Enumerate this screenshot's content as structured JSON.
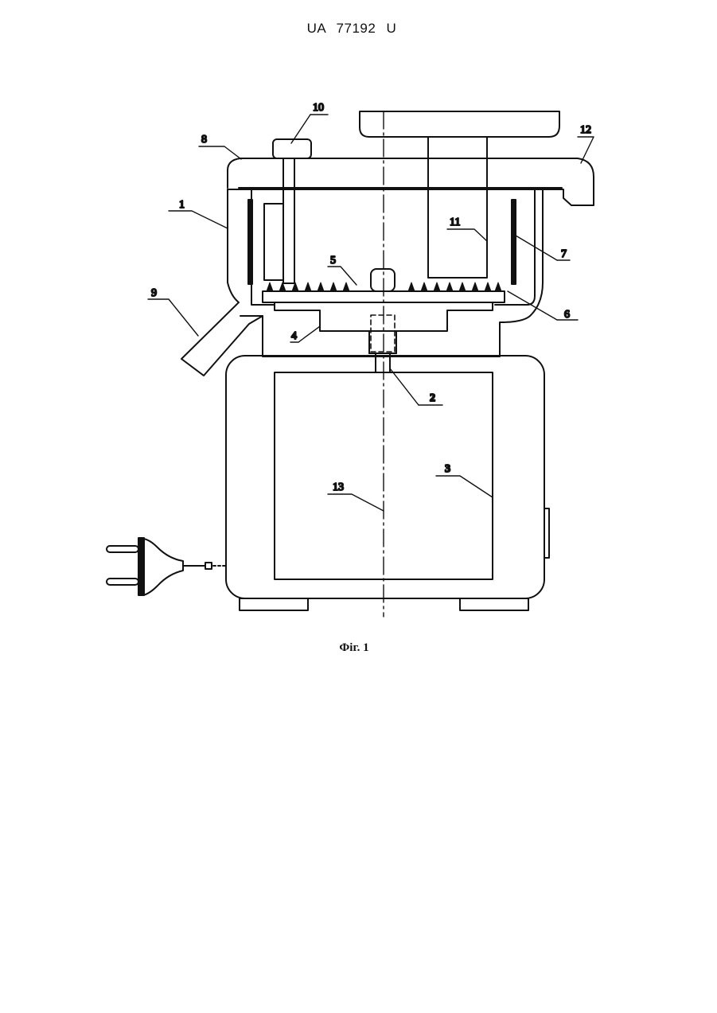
{
  "header": {
    "doc_number": "UA   77192   U"
  },
  "figure": {
    "caption": "Фіг. 1",
    "labels": {
      "l1": "1",
      "l2": "2",
      "l3": "3",
      "l4": "4",
      "l5": "5",
      "l6": "6",
      "l7": "7",
      "l8": "8",
      "l9": "9",
      "l10": "10",
      "l11": "11",
      "l12": "12",
      "l13": "13"
    }
  }
}
